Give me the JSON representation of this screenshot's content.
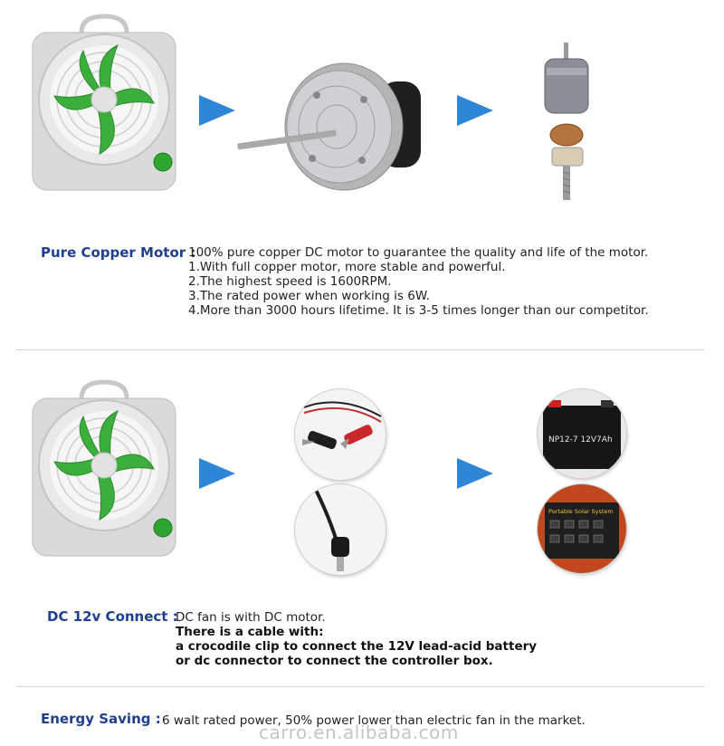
{
  "section1": {
    "label": "Pure Copper Motor :",
    "lines": [
      "100% pure copper DC motor to guarantee the quality and life of the motor.",
      "1.With full copper motor, more stable and powerful.",
      "2.The highest speed is 1600RPM.",
      "3.The rated power when working is 6W.",
      "4.More than 3000 hours lifetime. It is 3-5 times longer than our competitor."
    ]
  },
  "section2": {
    "label": "DC 12v Connect :",
    "lines": [
      "DC fan is with DC motor.",
      "There is a cable with:",
      "a crocodile clip to connect the 12V lead-acid battery",
      "or dc connector to connect the controller box."
    ],
    "battery_text": "NP12-7 12V7Ah",
    "solar_box_text": "Portable Solar System"
  },
  "section3": {
    "label": "Energy Saving :",
    "text": "6 walt rated power, 50% power lower than electric fan in the market."
  },
  "watermark": "carro.en.alibaba.com",
  "colors": {
    "arrow": "#2f86d6",
    "label": "#1f3f8f",
    "fan_green": "#3cae3c",
    "fan_body": "#dcdcdc"
  }
}
